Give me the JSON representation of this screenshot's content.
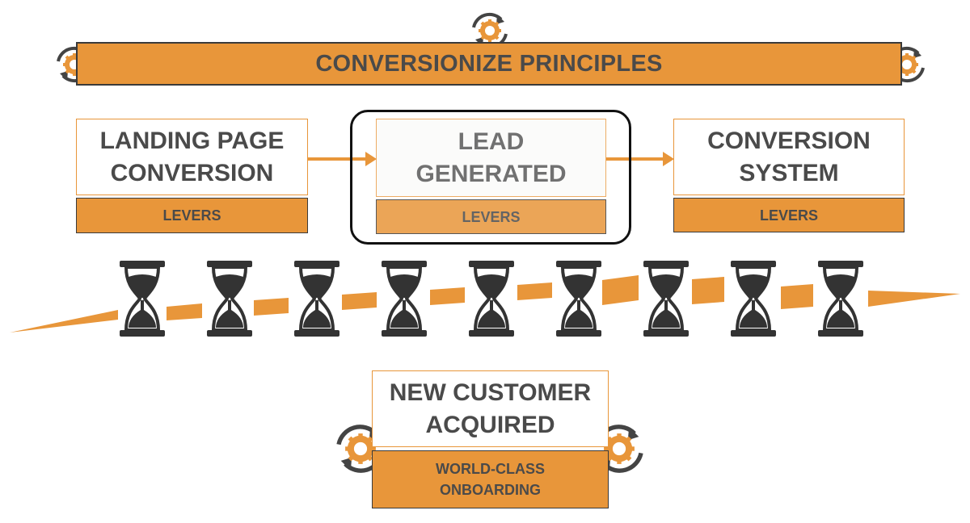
{
  "header": {
    "title": "CONVERSIONIZE PRINCIPLES"
  },
  "stages": [
    {
      "title": "LANDING PAGE\nCONVERSION",
      "sub": "LEVERS"
    },
    {
      "title": "LEAD\nGENERATED",
      "sub": "LEVERS"
    },
    {
      "title": "CONVERSION\nSYSTEM",
      "sub": "LEVERS"
    }
  ],
  "final": {
    "title": "NEW CUSTOMER\nACQUIRED",
    "sub": "WORLD-CLASS\nONBOARDING"
  },
  "icons": [
    "gear-cycle-icon",
    "hourglass-icon",
    "arrow-right-icon"
  ],
  "colors": {
    "accent": "#e8963a",
    "text": "#4a4a4a",
    "icon": "#333333",
    "frame": "#111111"
  }
}
